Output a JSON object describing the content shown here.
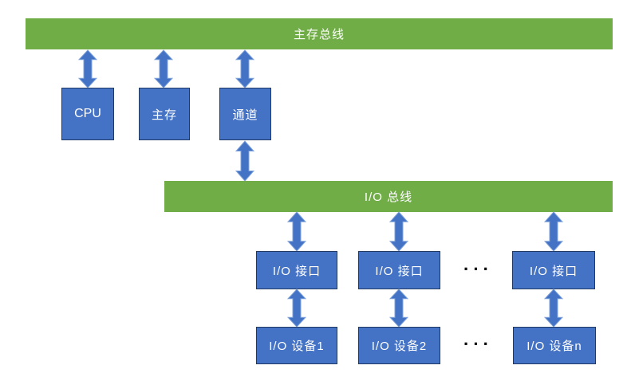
{
  "diagram": {
    "main_bus_label": "主存总线",
    "io_bus_label": "I/O 总线",
    "top_boxes": [
      {
        "label": "CPU"
      },
      {
        "label": "主存"
      },
      {
        "label": "通道"
      }
    ],
    "io_interfaces": [
      {
        "label": "I/O 接口"
      },
      {
        "label": "I/O 接口"
      },
      {
        "label": "I/O 接口"
      }
    ],
    "io_devices": [
      {
        "label": "I/O 设备1"
      },
      {
        "label": "I/O 设备2"
      },
      {
        "label": "I/O 设备n"
      }
    ],
    "ellipsis": "···",
    "colors": {
      "bus_green": "#70AD47",
      "box_blue": "#4472C4",
      "box_border": "#1F3864",
      "arrow_fill": "#4472C4",
      "arrow_outline": "#7FA3DC",
      "text": "#FFFFFF",
      "ellipsis_color": "#000000"
    }
  }
}
